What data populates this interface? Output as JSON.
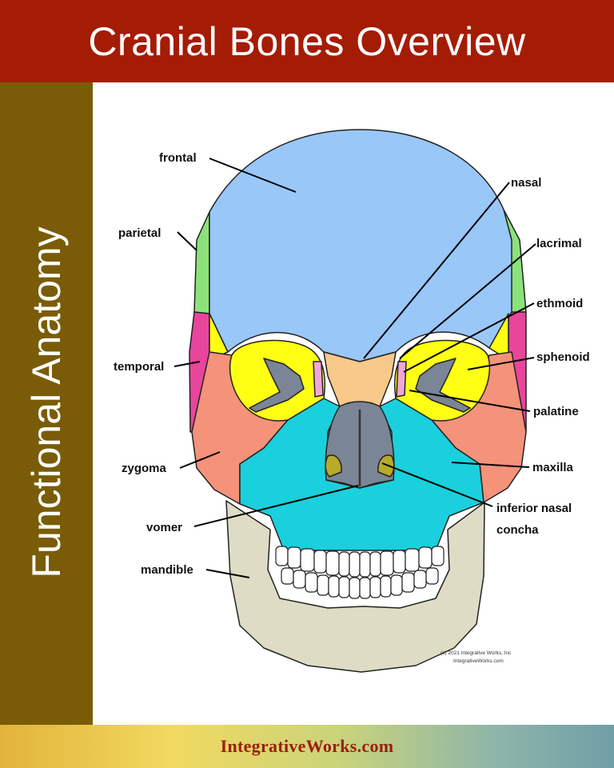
{
  "header": {
    "title": "Cranial Bones Overview"
  },
  "sidebar": {
    "title": "Functional Anatomy"
  },
  "diagram": {
    "labels": {
      "frontal": "frontal",
      "parietal": "parietal",
      "temporal": "temporal",
      "zygoma": "zygoma",
      "vomer": "vomer",
      "mandible": "mandible",
      "nasal": "nasal",
      "lacrimal": "lacrimal",
      "ethmoid": "ethmoid",
      "sphenoid": "sphenoid",
      "palatine": "palatine",
      "maxilla": "maxilla",
      "inferior_nasal_concha_1": "inferior nasal",
      "inferior_nasal_concha_2": "concha"
    },
    "copyright_line1": "(c) 2021 Integrative Works, Inc",
    "copyright_line2": "IntegrativeWorks.com",
    "colors": {
      "frontal": "#99c7f7",
      "parietal": "#8ce27a",
      "temporal": "#e8459c",
      "zygoma": "#f4927a",
      "maxilla": "#1ad0dc",
      "sphenoid": "#ffff14",
      "nasal": "#f7c98a",
      "mandible": "#dedcc4",
      "vomer_ethmoid": "#7a8596",
      "concha": "#b8aa2a",
      "lacrimal": "#f2a6d7"
    }
  },
  "footer": {
    "brand": "IntegrativeWorks.com"
  }
}
